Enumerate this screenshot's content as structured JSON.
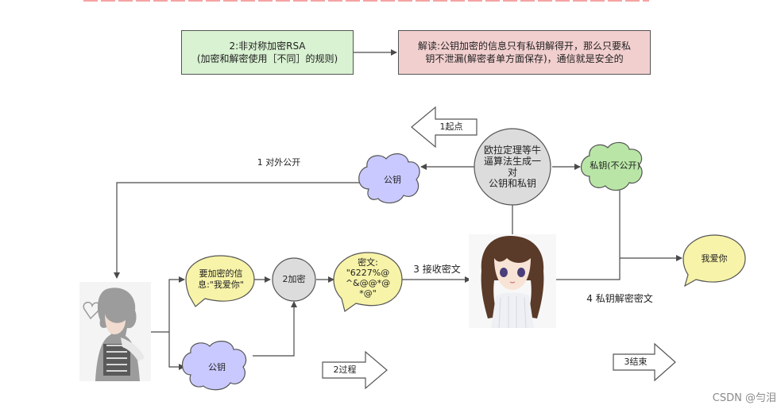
{
  "colors": {
    "green": "#d9f2d2",
    "pink": "#f2cfcf",
    "blue_cloud": "#c9c9ff",
    "yellow": "#f7f3a8",
    "gray_circle": "#dcdcdc",
    "green_circle": "#b9e6a6",
    "line": "#4a4a4a"
  },
  "boxes": {
    "rsa_title": "2:非对称加密RSA",
    "rsa_subtitle": "(加密和解密使用［不同］的规则)",
    "explain_line1": "解读:公钥加密的信息只有私钥解得开，那么只要私",
    "explain_line2": "钥不泄漏(解密者单方面保存)，通信就是安全的"
  },
  "nodes": {
    "euler_line1": "欧拉定理等牛",
    "euler_line2": "逼算法生成一",
    "euler_line3": "对",
    "euler_line4": "公钥和私钥",
    "private_key": "私钥(不公开)",
    "public_key_top": "公钥",
    "public_key_bottom": "公钥",
    "plain_line1": "要加密的信",
    "plain_line2": "息:\"我爱你\"",
    "encrypt": "2加密",
    "cipher_line1": "密文:",
    "cipher_line2": "\"6227%@",
    "cipher_line3": "^&@@*@",
    "cipher_line4": "*@\"",
    "result": "我爱你"
  },
  "labels": {
    "step1_public": "1 对外公开",
    "step3_receive": "3 接收密文",
    "step4_decrypt": "4 私钥解密密文",
    "start": "1起点",
    "process": "2过程",
    "end": "3结束"
  },
  "watermark": "CSDN @勻泪"
}
